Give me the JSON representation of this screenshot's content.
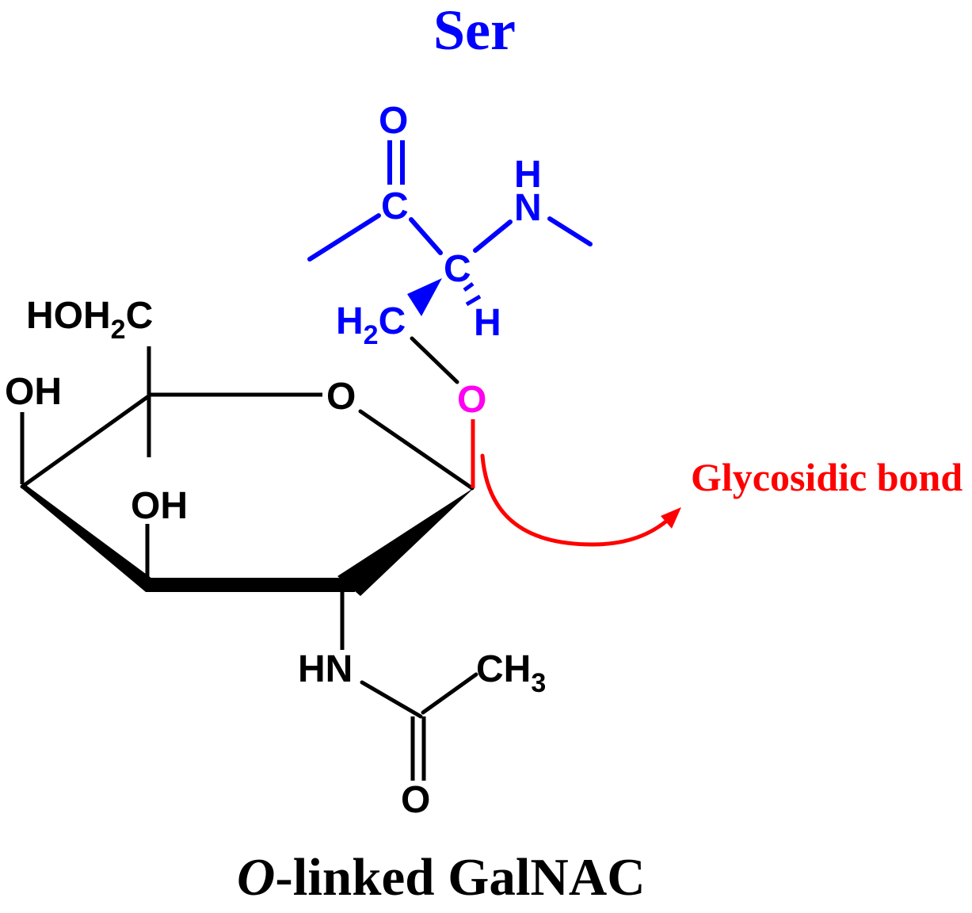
{
  "colors": {
    "blue": "#0000FF",
    "black": "#000000",
    "red": "#FF0000",
    "magenta": "#FF00F0",
    "background": "#FFFFFF"
  },
  "serine": {
    "title": "Ser",
    "carbonyl_o": "O",
    "carbonyl_c": "C",
    "amide_h": "H",
    "amide_n": "N",
    "alpha_c": "C",
    "alpha_h": "H",
    "h2c": {
      "main": "H",
      "sub": "2",
      "tail": "C"
    }
  },
  "glycosidic": {
    "o": "O",
    "label": "Glycosidic bond"
  },
  "galnac": {
    "ring_o": "O",
    "hoh2c": {
      "main": "HOH",
      "sub": "2",
      "tail": "C"
    },
    "oh_left": "OH",
    "oh_mid": "OH",
    "hn": "HN",
    "ch3": {
      "main": "CH",
      "sub": "3"
    },
    "acetyl_o": "O",
    "caption_italic": "O",
    "caption_rest": "-linked GalNAC"
  }
}
